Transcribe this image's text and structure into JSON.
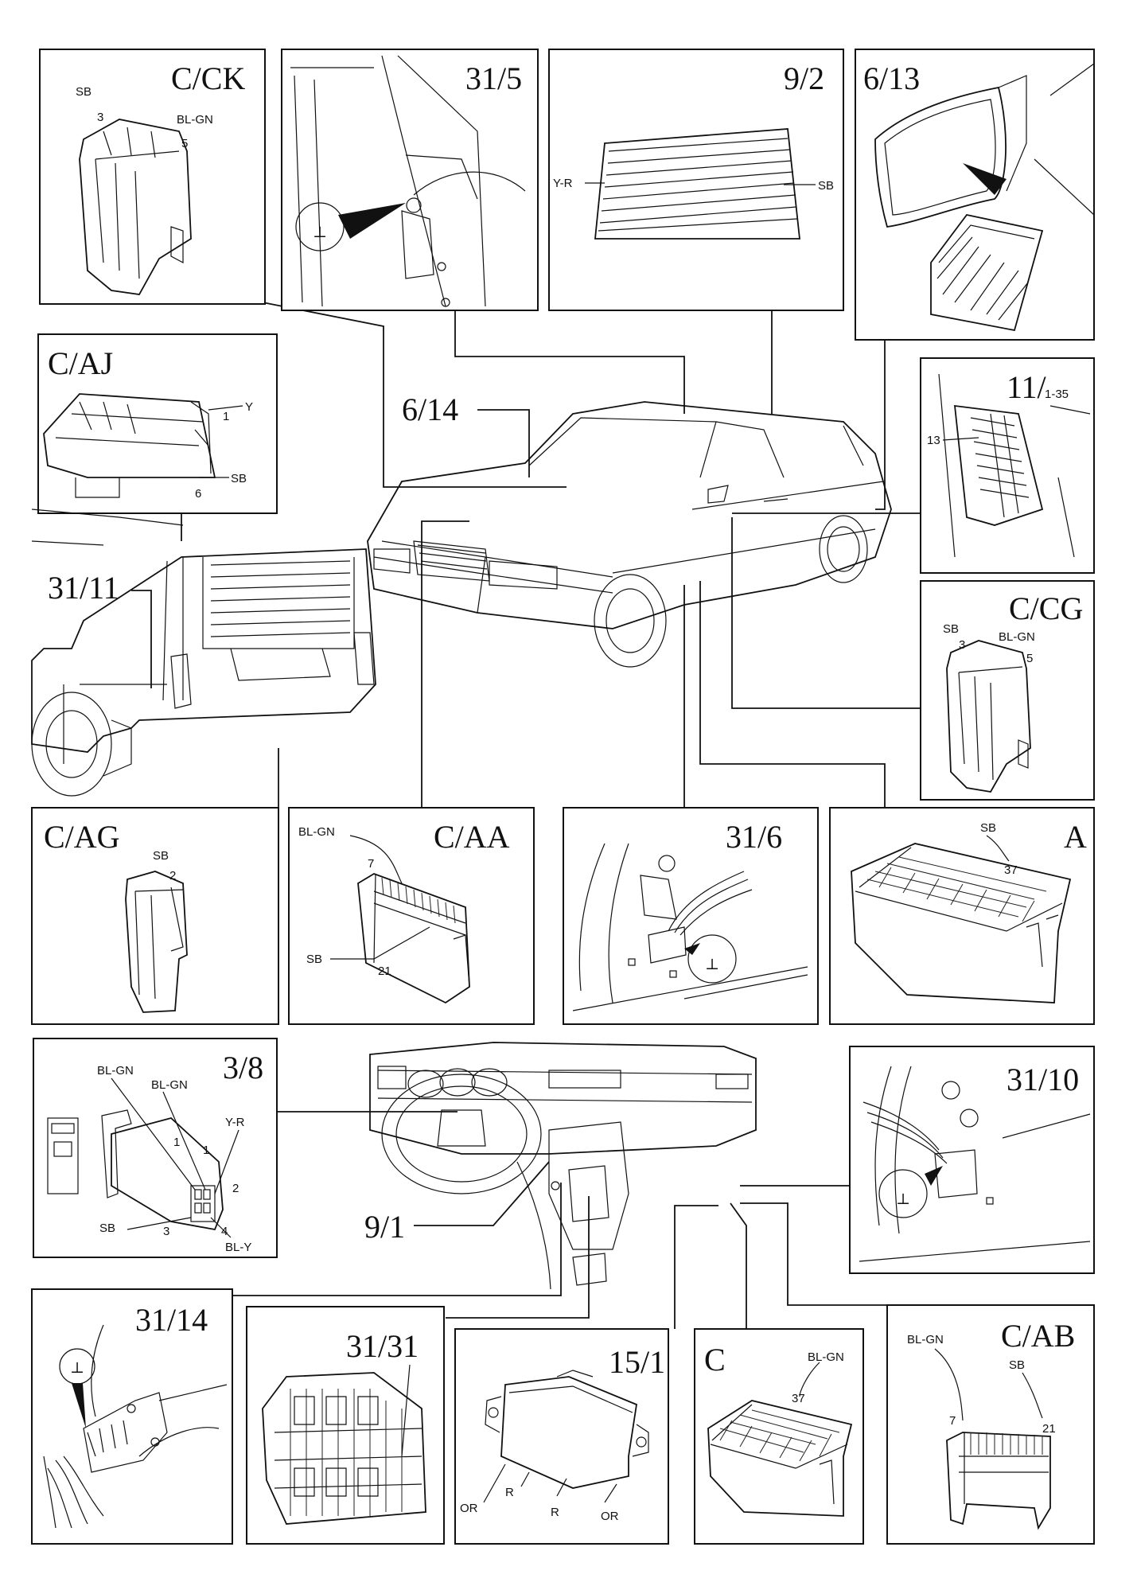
{
  "panels": {
    "c_ck": {
      "label": "C/CK",
      "wire_a": "SB",
      "wire_b": "BL-GN",
      "pin_a": "3",
      "pin_b": "5"
    },
    "p31_5": {
      "label": "31/5"
    },
    "p9_2": {
      "label": "9/2",
      "wire_a": "Y-R",
      "wire_b": "SB"
    },
    "p6_13": {
      "label": "6/13"
    },
    "c_aj": {
      "label": "C/AJ",
      "wire_a": "Y",
      "wire_b": "SB",
      "pin_a": "1",
      "pin_b": "6"
    },
    "p11": {
      "label": "11/",
      "sub": "1-35",
      "pin": "13"
    },
    "p31_11": {
      "label": "31/11"
    },
    "p6_14": {
      "label": "6/14"
    },
    "c_cg": {
      "label": "C/CG",
      "wire_a": "SB",
      "wire_b": "BL-GN",
      "pin_a": "3",
      "pin_b": "5"
    },
    "c_ag": {
      "label": "C/AG",
      "wire_a": "SB",
      "pin_a": "2"
    },
    "c_aa": {
      "label": "C/AA",
      "wire_a": "BL-GN",
      "wire_b": "SB",
      "pin_a": "7",
      "pin_b": "21"
    },
    "p31_6": {
      "label": "31/6"
    },
    "a": {
      "label": "A",
      "wire_a": "SB",
      "pin_a": "37"
    },
    "p3_8": {
      "label": "3/8",
      "wire_a": "BL-GN",
      "wire_b": "BL-GN",
      "wire_c": "Y-R",
      "wire_d": "SB",
      "wire_e": "BL-Y",
      "pin_1a": "1",
      "pin_1b": "1",
      "pin_2": "2",
      "pin_3": "3",
      "pin_4": "4"
    },
    "p9_1": {
      "label": "9/1"
    },
    "p31_10": {
      "label": "31/10"
    },
    "p31_14": {
      "label": "31/14"
    },
    "p31_31": {
      "label": "31/31"
    },
    "p15_1": {
      "label": "15/1",
      "wire_a": "OR",
      "wire_b": "R",
      "wire_c": "R",
      "wire_d": "OR"
    },
    "c": {
      "label": "C",
      "wire_a": "BL-GN",
      "pin_a": "37"
    },
    "c_ab": {
      "label": "C/AB",
      "wire_a": "BL-GN",
      "wire_b": "SB",
      "pin_a": "7",
      "pin_b": "21"
    }
  },
  "ground_symbol": "⊥"
}
